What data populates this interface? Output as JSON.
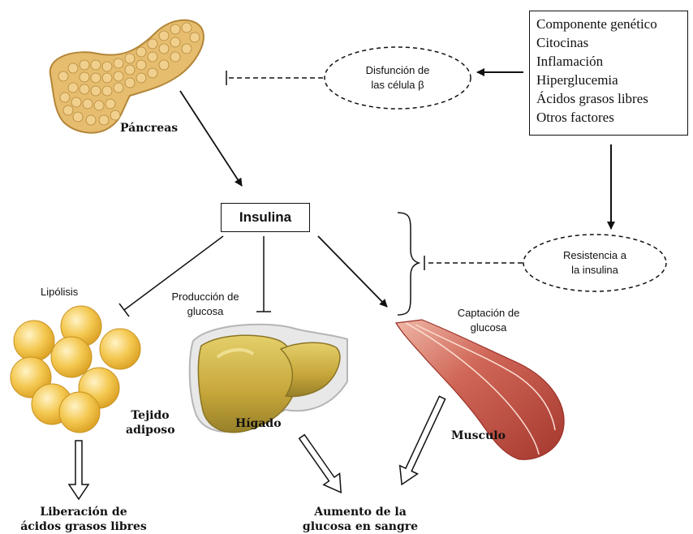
{
  "factors": {
    "items": [
      "Componente genético",
      "Citocinas",
      "Inflamación",
      "Hiperglucemia",
      "Ácidos grasos libres",
      "Otros factores"
    ]
  },
  "beta_dysfunction": {
    "line1": "Disfunción de",
    "line2": "las célula β"
  },
  "insulin_resistance": {
    "line1": "Resistencia a",
    "line2": "la insulina"
  },
  "insulina": {
    "label": "Insulina"
  },
  "organs": {
    "pancreas": "Páncreas",
    "adipose_line1": "Tejido",
    "adipose_line2": "adiposo",
    "liver": "Hígado",
    "muscle": "Musculo"
  },
  "processes": {
    "lipolysis": "Lipólisis",
    "glucose_production_line1": "Producción de",
    "glucose_production_line2": "glucosa",
    "glucose_uptake_line1": "Captación de",
    "glucose_uptake_line2": "glucosa"
  },
  "outcomes": {
    "ffa_line1": "Liberación de",
    "ffa_line2": "ácidos grasos libres",
    "glucose_line1": "Aumento de la",
    "glucose_line2": "glucosa en sangre"
  },
  "colors": {
    "pancreas_fill": "#e9c47a",
    "pancreas_lobule": "#f3d796",
    "pancreas_stroke": "#b98a3c",
    "adipose_fill": "#f2c44e",
    "adipose_highlight": "#fff1c2",
    "liver_fill": "#c9aa3c",
    "liver_shadow": "#8f7a27",
    "muscle_fill": "#c9574d",
    "muscle_light": "#e79a88",
    "line": "#111111"
  }
}
